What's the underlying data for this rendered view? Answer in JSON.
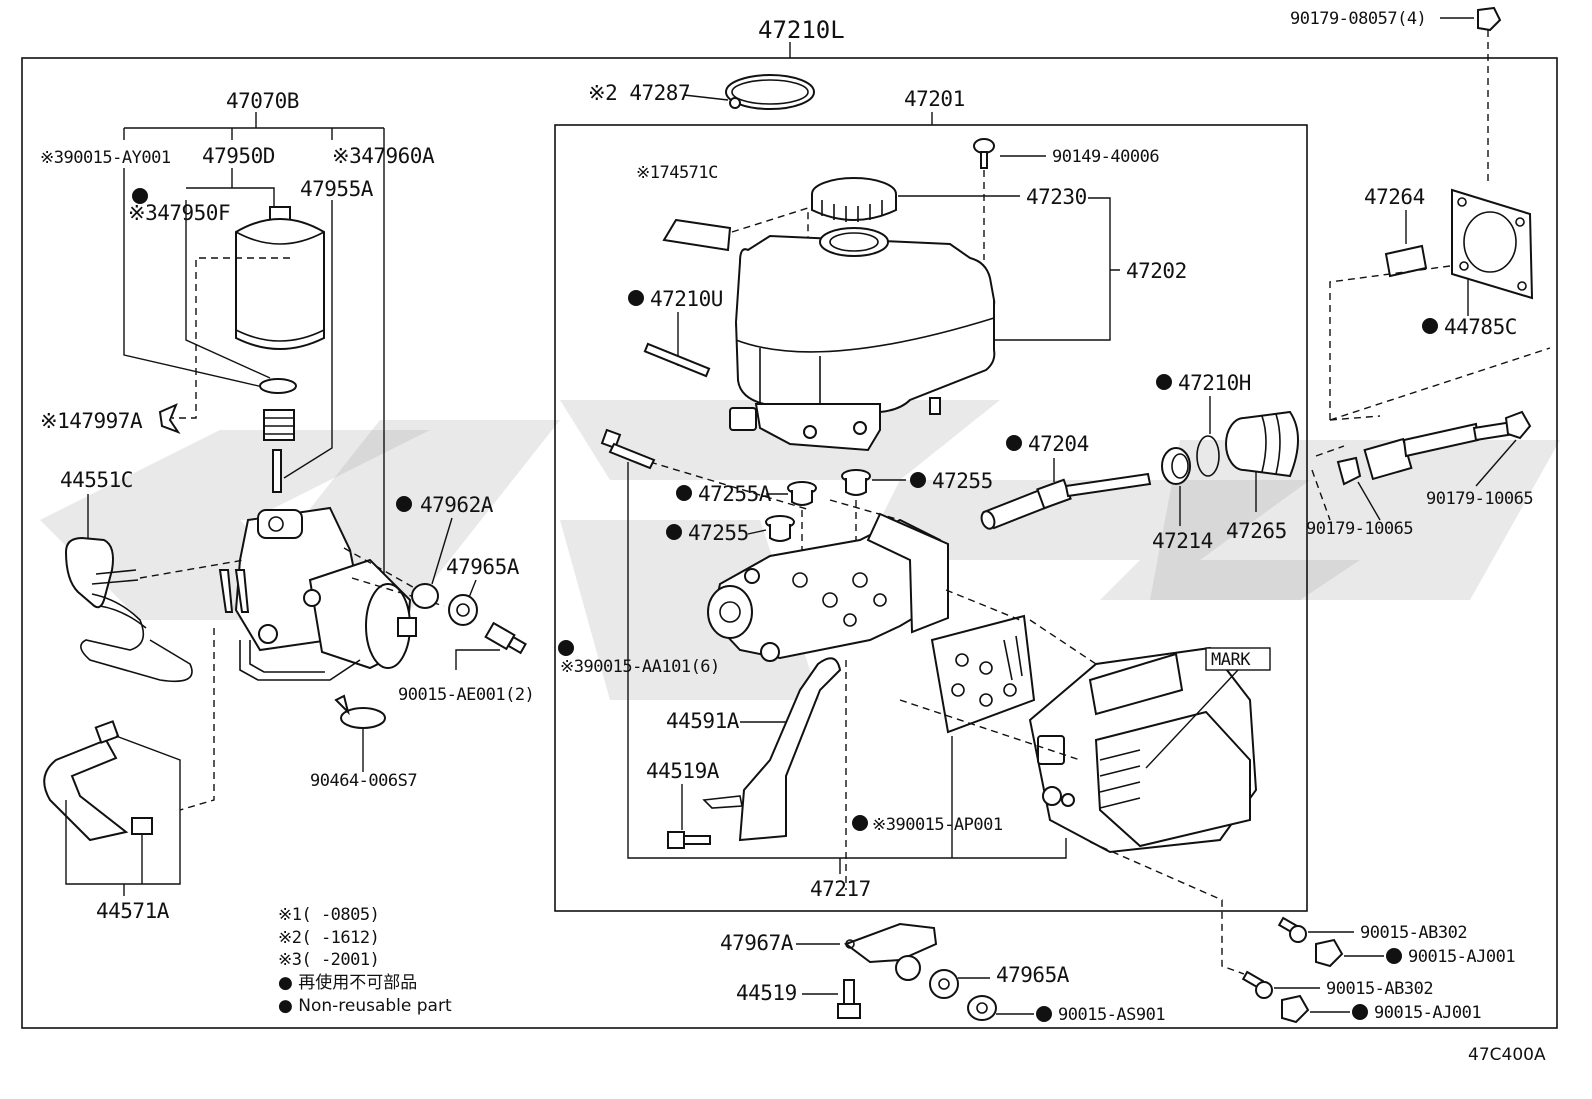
{
  "diagram": {
    "title_assembly": "47210L",
    "code": "47C400A",
    "parts": {
      "p47070B": "47070B",
      "p90015AY001": "※390015-AY001",
      "p47950D": "47950D",
      "p47960A": "※347960A",
      "p47950F": "※347950F",
      "p47955A": "47955A",
      "p47997A": "※147997A",
      "p44551C": "44551C",
      "p47962A": "47962A",
      "p47965A_top": "47965A",
      "p90015AE001": "90015-AE001(2)",
      "p90464": "90464-006S7",
      "p44571A": "44571A",
      "p47287": "※2 47287",
      "p47201": "47201",
      "p90149": "90149-40006",
      "p74571C": "※174571C",
      "p47230": "47230",
      "p47202": "47202",
      "p47210U": "47210U",
      "p47255A": "47255A",
      "p47255_a": "47255",
      "p47255_b": "47255",
      "p47204": "47204",
      "p47210H": "47210H",
      "p47214": "47214",
      "p47265": "47265",
      "p90015AA101": "※390015-AA101(6)",
      "p44591A": "44591A",
      "p44519A": "44519A",
      "p90015AP001": "※390015-AP001",
      "p47217": "47217",
      "mark": "MARK",
      "p90179_08057": "90179-08057(4)",
      "p47264": "47264",
      "p44785C": "44785C",
      "p90179_10065_a": "90179-10065",
      "p90179_10065_b": "90179-10065",
      "p47967A": "47967A",
      "p44519": "44519",
      "p47965A_bot": "47965A",
      "p90015AS901": "90015-AS901",
      "p90015AB302_a": "90015-AB302",
      "p90015AJ001_a": "90015-AJ001",
      "p90015AB302_b": "90015-AB302",
      "p90015AJ001_b": "90015-AJ001"
    },
    "notes": {
      "n1": "※1(    -0805)",
      "n2": "※2(    -1612)",
      "n3": "※3(    -2001)",
      "n4": "● 再使用不可部品",
      "n5": "● Non-reusable part"
    }
  }
}
